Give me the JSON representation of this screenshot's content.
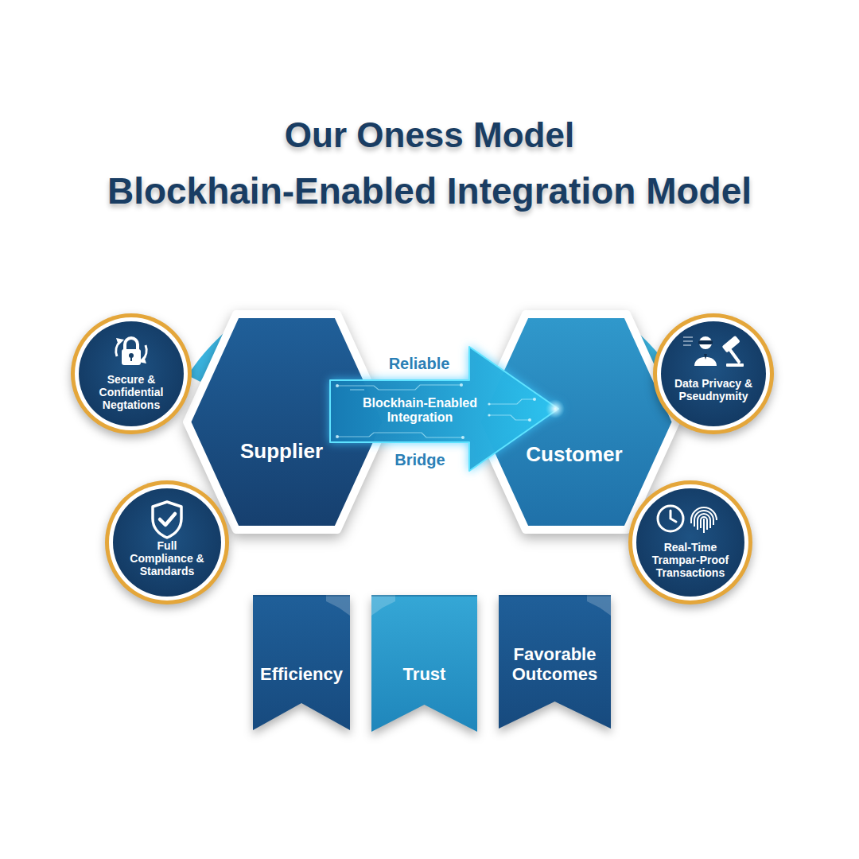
{
  "diagram": {
    "title": "Our Oness Model",
    "nodes": [
      {
        "text": [
          "Secure & Confidential Negtations"
        ]
      },
      {
        "text": [
          "Supplier"
        ]
      },
      {
        "text": [
          "Reliable",
          "Blockhain-Enabled Integration",
          "Bridge"
        ]
      },
      {
        "text": [
          "Customer"
        ]
      },
      {
        "text": [
          "Data Privacy & Pseudnymity"
        ]
      },
      {
        "text": [
          "Full Compliance & Standards"
        ]
      },
      {
        "text": [
          "Real-Time Trampar-Proof Transactions"
        ]
      },
      {
        "text": [
          "Efficiency"
        ]
      },
      {
        "text": [
          "Trust"
        ]
      },
      {
        "text": [
          "Favorable Outcomes"
        ]
      }
    ],
    "labels": [
      "Blockhain-Enabled Integration Model"
    ]
  }
}
